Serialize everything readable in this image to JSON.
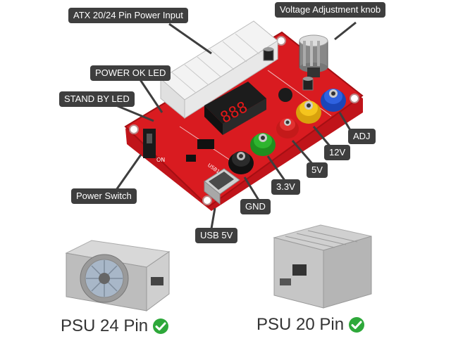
{
  "labels": {
    "atx_input": "ATX 20/24 Pin Power Input",
    "voltage_knob": "Voltage Adjustment knob",
    "power_ok_led": "POWER OK LED",
    "standby_led": "STAND BY LED",
    "power_switch": "Power Switch",
    "adj": "ADJ",
    "v12": "12V",
    "v5": "5V",
    "v33": "3.3V",
    "gnd": "GND",
    "usb5v": "USB 5V"
  },
  "captions": {
    "psu24": "PSU 24 Pin",
    "psu20": "PSU 20 Pin"
  },
  "display": {
    "digits": "888"
  },
  "silkscreen": {
    "on": "ON",
    "usb": "USB1"
  },
  "colors": {
    "board_red": "#d4151a",
    "label_bg": "#3e3e3e",
    "check_green": "#2ea83a",
    "post_yellow": "#f2c21c",
    "post_blue": "#2c5bd6",
    "post_green": "#2fae2f",
    "post_black": "#1a1a1a"
  },
  "icons": {
    "check": "check-circle-icon"
  }
}
